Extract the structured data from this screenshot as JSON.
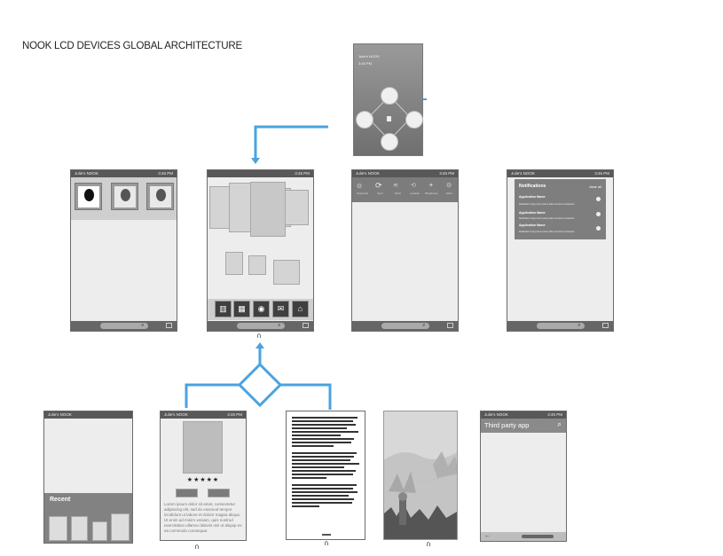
{
  "title": "NOOK LCD DEVICES GLOBAL ARCHITECTURE",
  "status": {
    "device_name": "Julie's NOOK",
    "time": "3:45 PM"
  },
  "quick_settings": {
    "items": [
      "Keyboard",
      "Sync",
      "Wi-Fi",
      "Location",
      "Brightness",
      "More"
    ]
  },
  "notifications": {
    "heading": "Notifications",
    "clear_all": "clear all",
    "items": [
      {
        "title": "Application Name",
        "body": "Notification Copy lorem ipsum dolor sit amet consectetur"
      },
      {
        "title": "Application Name",
        "body": "Notification Copy lorem ipsum dolor sit amet consectetur"
      },
      {
        "title": "Application Name",
        "body": "Notification Copy lorem ipsum dolor sit amet consectetur"
      }
    ]
  },
  "library": {
    "recent_label": "Recent"
  },
  "product": {
    "stars": "★★★★★",
    "description": "Lorem ipsum dolor sit amet, consectetur adipiscing elit, sed do eiusmod tempor incididunt ut labore et dolore magna aliqua. Ut enim ad minim veniam, quis nostrud exercitation ullamco laboris nisi ut aliquip ex ea commodo consequat."
  },
  "third_party": {
    "title": "Third party app"
  },
  "lockscreen": {
    "name": "Julie's NOOK",
    "time": "3:45 PM"
  },
  "colors": {
    "connector": "#4aa3df",
    "phone_frame": "#6b6b6b",
    "status_bar": "#585858"
  },
  "icons": {
    "nav_bar": [
      "books-icon",
      "grid-icon",
      "web-icon",
      "mail-icon",
      "home-icon"
    ]
  }
}
